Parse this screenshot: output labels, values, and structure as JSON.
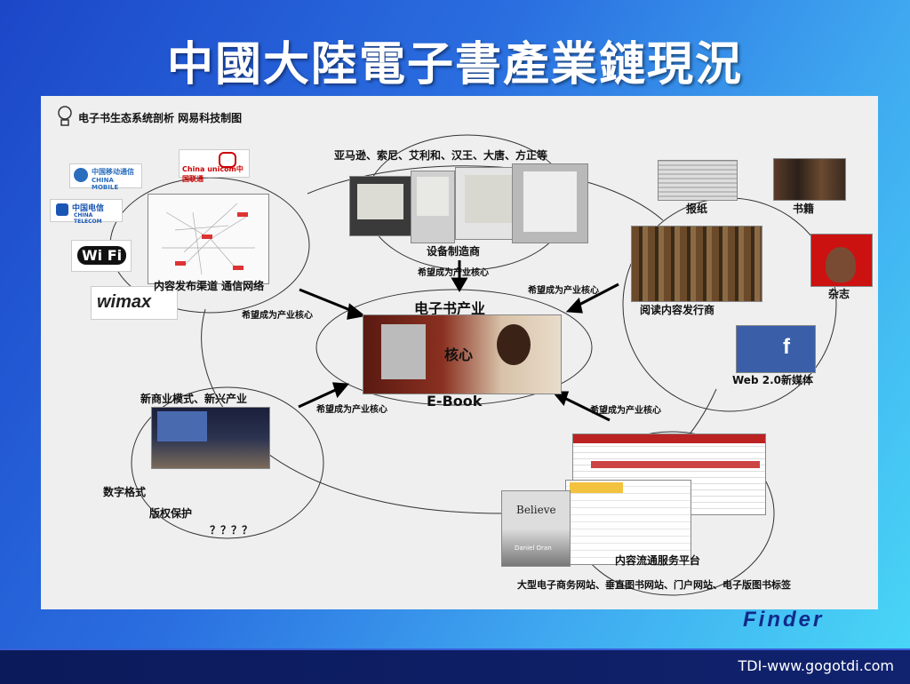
{
  "slide": {
    "title": "中國大陸電子書產業鏈現況"
  },
  "diagram": {
    "header": "电子书生态系统剖析 网易科技制图",
    "top_vendors": "亚马逊、索尼、艾利和、汉王、大唐、方正等",
    "device_makers": "设备制造商",
    "channel": "内容发布渠道 通信网络",
    "newspaper": "报纸",
    "books": "书籍",
    "magazine": "杂志",
    "distributors": "阅读内容发行商",
    "web20": "Web 2.0新媒体",
    "industry": "电子书产业",
    "core": "核心",
    "ebook": "E-Book",
    "new_biz": "新商业模式、新兴产业",
    "digital_format": "数字格式",
    "copyright": "版权保护",
    "unknown": "？？？？",
    "service_platform": "内容流通服务平台",
    "sites": "大型电子商务网站、垂直图书网站、门户网站、电子版图书标签",
    "arrow_label": "希望成为产业核心",
    "logos": {
      "china_mobile": "中国移动通信",
      "china_mobile_en": "CHINA MOBILE",
      "china_unicom": "China unicom中国联通",
      "china_telecom": "中国电信",
      "china_telecom_en": "CHINA TELECOM",
      "wifi": "Wi Fi",
      "wimax": "wimax"
    },
    "book_cover": {
      "title": "Believe",
      "author": "Daniel Oran"
    }
  },
  "footer": {
    "url": "TDI-www.gogotdi.com",
    "brand": "Finder"
  },
  "colors": {
    "title": "#ffffff",
    "panel": "#efeff0",
    "footer": "#0b1a5a"
  }
}
